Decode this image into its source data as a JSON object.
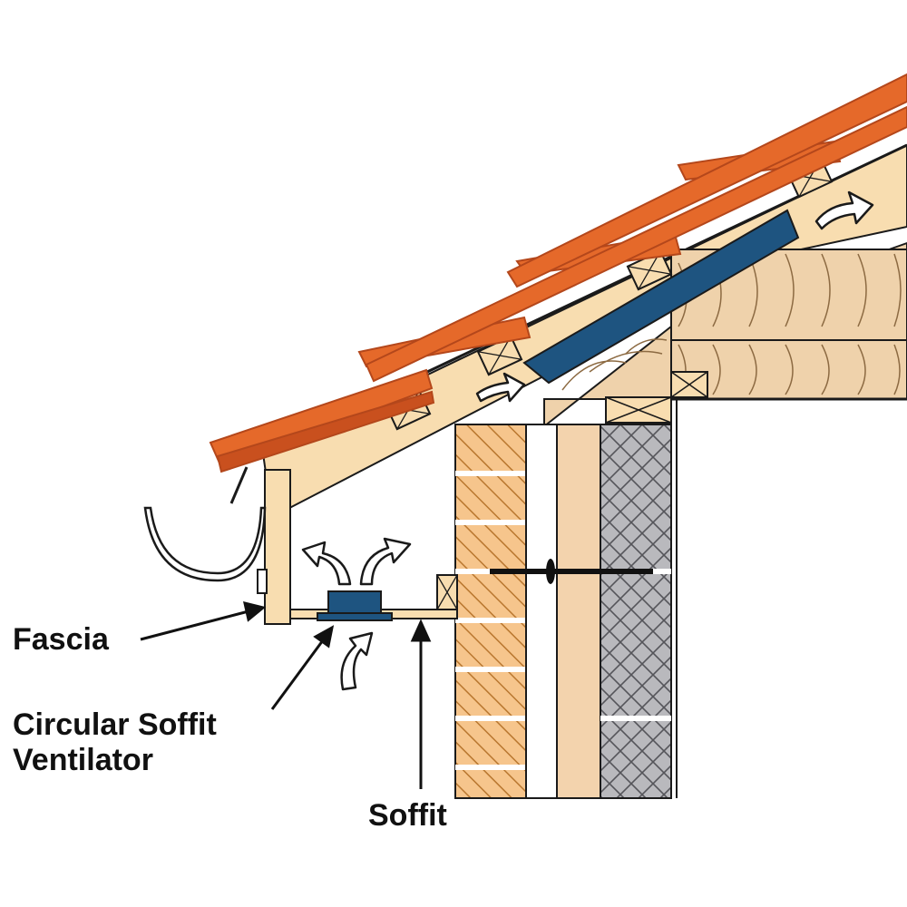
{
  "labels": {
    "fascia": "Fascia",
    "vent_line1": "Circular Soffit",
    "vent_line2": "Ventilator",
    "soffit": "Soffit"
  },
  "colors": {
    "tile": "#e5692a",
    "tile_edge": "#b4471b",
    "rafter": "#f8ddb0",
    "insulation": "#efd2ab",
    "brick": "#f6c58c",
    "brick_hatch": "#b9772f",
    "block": "#b9b9bd",
    "vent": "#1e5480",
    "outline": "#1a1a1a"
  }
}
